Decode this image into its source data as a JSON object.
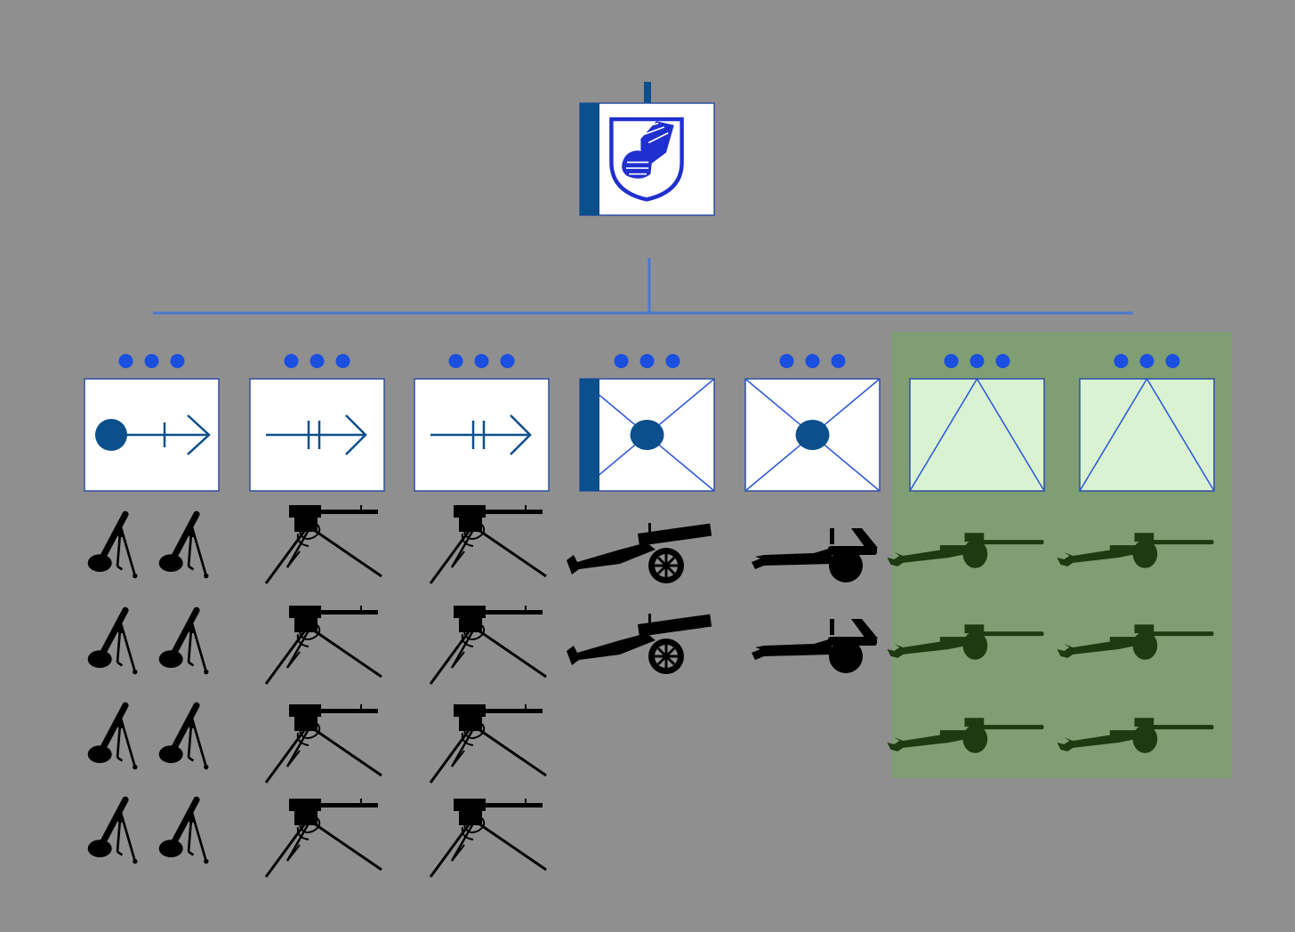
{
  "colors": {
    "background": "#8f8f8f",
    "connector": "#4a78d0",
    "frame": "#2e4fa0",
    "dot": "#1a4fe0",
    "symbol": "#0b4f8c",
    "crest": "#1f2fd0",
    "weapon": "#000000",
    "highlight_panel": "#7f9e74",
    "green_fill": "#d9f3d2",
    "green_weapon": "#1e3a12"
  },
  "hq": {
    "symbol": "hq-frame-with-staff-bar",
    "emblem": "armored-fist-shield-icon"
  },
  "units": [
    {
      "id": "unit-1",
      "echelon": "company",
      "symbol": "mortar",
      "staff_bar": false,
      "highlight": false,
      "equipment": {
        "icon": "mortar-icon",
        "count": 8
      }
    },
    {
      "id": "unit-2",
      "echelon": "company",
      "symbol": "machine-gun",
      "staff_bar": false,
      "highlight": false,
      "equipment": {
        "icon": "machine-gun-icon",
        "count": 4
      }
    },
    {
      "id": "unit-3",
      "echelon": "company",
      "symbol": "machine-gun",
      "staff_bar": false,
      "highlight": false,
      "equipment": {
        "icon": "machine-gun-icon",
        "count": 4
      }
    },
    {
      "id": "unit-4",
      "echelon": "company",
      "symbol": "infantry-gun",
      "staff_bar": true,
      "highlight": false,
      "equipment": {
        "icon": "infantry-gun-icon",
        "count": 2
      }
    },
    {
      "id": "unit-5",
      "echelon": "company",
      "symbol": "infantry-gun",
      "staff_bar": false,
      "highlight": false,
      "equipment": {
        "icon": "field-gun-icon",
        "count": 2
      }
    },
    {
      "id": "unit-6",
      "echelon": "company",
      "symbol": "anti-tank",
      "staff_bar": false,
      "highlight": true,
      "equipment": {
        "icon": "anti-tank-gun-icon",
        "count": 3
      }
    },
    {
      "id": "unit-7",
      "echelon": "company",
      "symbol": "anti-tank",
      "staff_bar": false,
      "highlight": true,
      "equipment": {
        "icon": "anti-tank-gun-icon",
        "count": 3
      }
    }
  ]
}
